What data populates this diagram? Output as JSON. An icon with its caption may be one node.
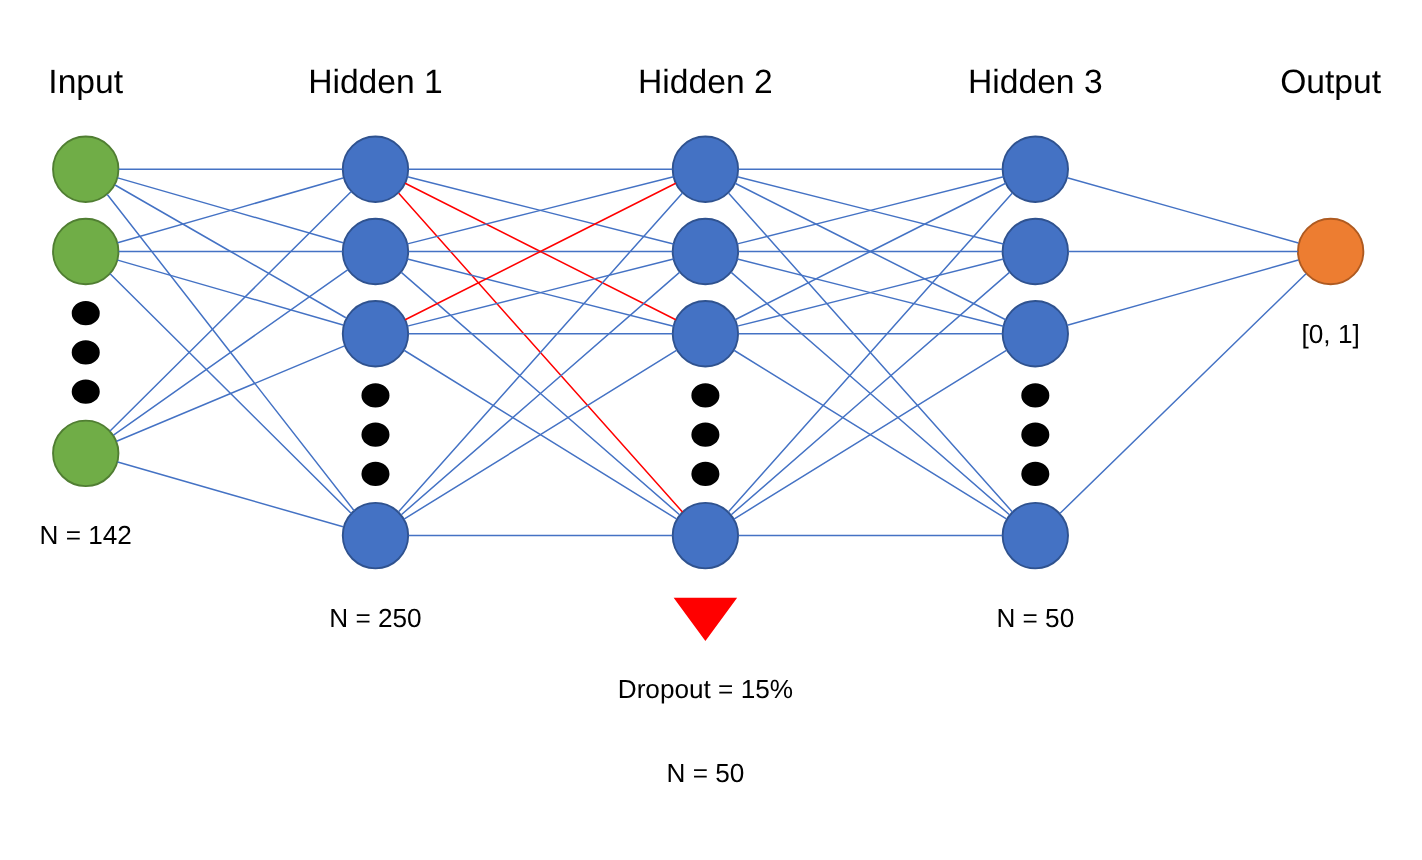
{
  "diagram": {
    "nodes": [
      {
        "text": [],
        "shape": "circle"
      },
      {
        "text": [],
        "shape": "circle"
      },
      {
        "text": [],
        "shape": "dot"
      },
      {
        "text": [],
        "shape": "dot"
      },
      {
        "text": [],
        "shape": "dot"
      },
      {
        "text": [],
        "shape": "circle"
      },
      {
        "text": [],
        "shape": "circle"
      },
      {
        "text": [],
        "shape": "circle"
      },
      {
        "text": [],
        "shape": "circle"
      },
      {
        "text": [],
        "shape": "dot"
      },
      {
        "text": [],
        "shape": "dot"
      },
      {
        "text": [],
        "shape": "dot"
      },
      {
        "text": [],
        "shape": "circle"
      },
      {
        "text": [],
        "shape": "circle"
      },
      {
        "text": [],
        "shape": "circle"
      },
      {
        "text": [],
        "shape": "circle"
      },
      {
        "text": [],
        "shape": "dot"
      },
      {
        "text": [],
        "shape": "dot"
      },
      {
        "text": [],
        "shape": "dot"
      },
      {
        "text": [],
        "shape": "circle"
      },
      {
        "text": [],
        "shape": "circle"
      },
      {
        "text": [],
        "shape": "circle"
      },
      {
        "text": [],
        "shape": "circle"
      },
      {
        "text": [],
        "shape": "dot"
      },
      {
        "text": [],
        "shape": "dot"
      },
      {
        "text": [],
        "shape": "dot"
      },
      {
        "text": [],
        "shape": "circle"
      },
      {
        "text": [],
        "shape": "circle",
        "beside": [
          "[0, 1]"
        ]
      },
      {
        "text": [],
        "shape": "arrow",
        "beside": [
          "Dropout = 15%"
        ]
      }
    ],
    "edges": [
      {
        "from": 0,
        "to": 6,
        "arrow": "none"
      },
      {
        "from": 0,
        "to": 7,
        "arrow": "none"
      },
      {
        "from": 0,
        "to": 8,
        "arrow": "none"
      },
      {
        "from": 0,
        "to": 12,
        "arrow": "none"
      },
      {
        "from": 1,
        "to": 6,
        "arrow": "none"
      },
      {
        "from": 1,
        "to": 7,
        "arrow": "none"
      },
      {
        "from": 1,
        "to": 8,
        "arrow": "none"
      },
      {
        "from": 1,
        "to": 12,
        "arrow": "none"
      },
      {
        "from": 5,
        "to": 6,
        "arrow": "none"
      },
      {
        "from": 5,
        "to": 7,
        "arrow": "none"
      },
      {
        "from": 5,
        "to": 8,
        "arrow": "none"
      },
      {
        "from": 5,
        "to": 12,
        "arrow": "none"
      },
      {
        "from": 6,
        "to": 13,
        "arrow": "none"
      },
      {
        "from": 6,
        "to": 14,
        "arrow": "none"
      },
      {
        "from": 6,
        "to": 15,
        "arrow": "none",
        "color": "#ff0000"
      },
      {
        "from": 6,
        "to": 19,
        "arrow": "none",
        "color": "#ff0000"
      },
      {
        "from": 7,
        "to": 13,
        "arrow": "none"
      },
      {
        "from": 7,
        "to": 14,
        "arrow": "none"
      },
      {
        "from": 7,
        "to": 15,
        "arrow": "none"
      },
      {
        "from": 7,
        "to": 19,
        "arrow": "none"
      },
      {
        "from": 8,
        "to": 13,
        "arrow": "none",
        "color": "#ff0000"
      },
      {
        "from": 8,
        "to": 14,
        "arrow": "none"
      },
      {
        "from": 8,
        "to": 15,
        "arrow": "none"
      },
      {
        "from": 8,
        "to": 19,
        "arrow": "none"
      },
      {
        "from": 12,
        "to": 13,
        "arrow": "none"
      },
      {
        "from": 12,
        "to": 14,
        "arrow": "none"
      },
      {
        "from": 12,
        "to": 15,
        "arrow": "none"
      },
      {
        "from": 12,
        "to": 19,
        "arrow": "none"
      },
      {
        "from": 13,
        "to": 20,
        "arrow": "none"
      },
      {
        "from": 13,
        "to": 21,
        "arrow": "none"
      },
      {
        "from": 13,
        "to": 22,
        "arrow": "none"
      },
      {
        "from": 13,
        "to": 26,
        "arrow": "none"
      },
      {
        "from": 14,
        "to": 20,
        "arrow": "none"
      },
      {
        "from": 14,
        "to": 21,
        "arrow": "none"
      },
      {
        "from": 14,
        "to": 22,
        "arrow": "none"
      },
      {
        "from": 14,
        "to": 26,
        "arrow": "none"
      },
      {
        "from": 15,
        "to": 20,
        "arrow": "none"
      },
      {
        "from": 15,
        "to": 21,
        "arrow": "none"
      },
      {
        "from": 15,
        "to": 22,
        "arrow": "none"
      },
      {
        "from": 15,
        "to": 26,
        "arrow": "none"
      },
      {
        "from": 19,
        "to": 20,
        "arrow": "none"
      },
      {
        "from": 19,
        "to": 21,
        "arrow": "none"
      },
      {
        "from": 19,
        "to": 22,
        "arrow": "none"
      },
      {
        "from": 19,
        "to": 26,
        "arrow": "none"
      },
      {
        "from": 20,
        "to": 27,
        "arrow": "none"
      },
      {
        "from": 21,
        "to": 27,
        "arrow": "none"
      },
      {
        "from": 22,
        "to": 27,
        "arrow": "none"
      },
      {
        "from": 26,
        "to": 27,
        "arrow": "none"
      }
    ],
    "labels": [
      "Input",
      "Hidden 1",
      "Hidden 2",
      "Hidden 3",
      "Output",
      "N = 142",
      "N = 250",
      "N = 50",
      "N = 50"
    ]
  }
}
